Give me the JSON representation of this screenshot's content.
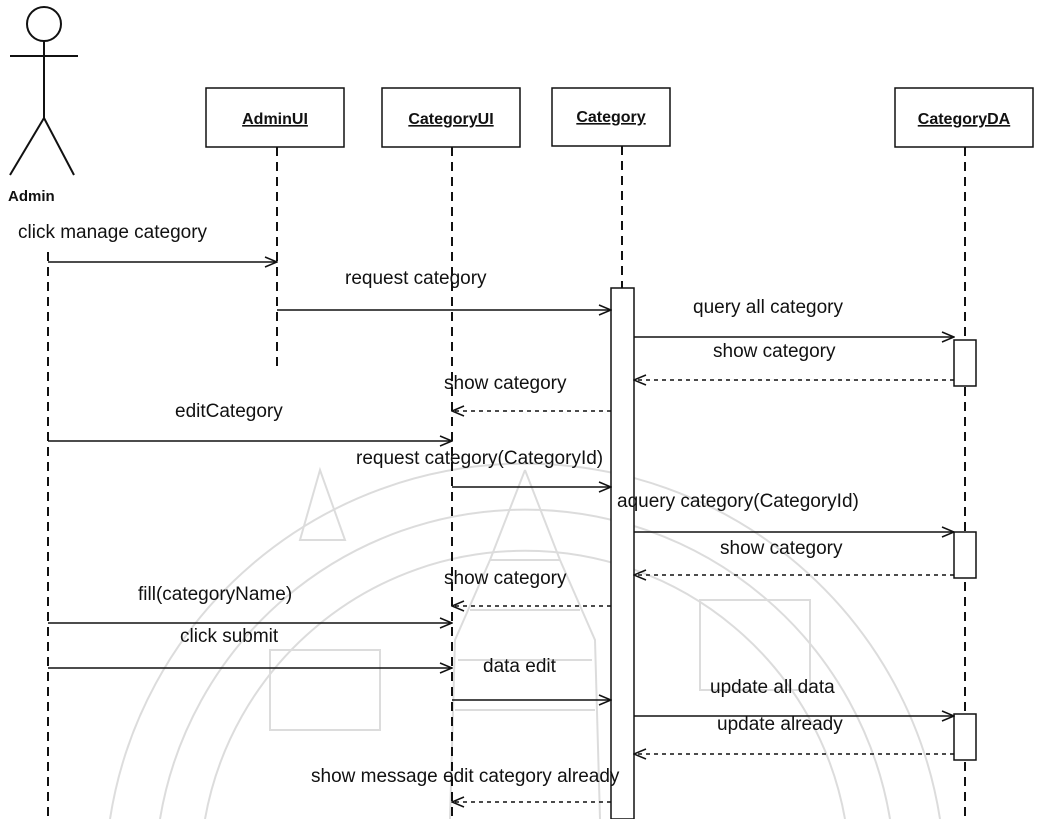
{
  "actor": {
    "name": "Admin"
  },
  "objects": [
    {
      "id": "adminui",
      "label": "AdminUI"
    },
    {
      "id": "categoryui",
      "label": "CategoryUI"
    },
    {
      "id": "category",
      "label": "Category"
    },
    {
      "id": "categoryda",
      "label": "CategoryDA"
    }
  ],
  "messages": [
    {
      "id": "m1",
      "label": "click manage category",
      "from": "admin",
      "to": "adminui",
      "kind": "sync"
    },
    {
      "id": "m2",
      "label": "request category",
      "from": "adminui",
      "to": "category",
      "kind": "sync"
    },
    {
      "id": "m3",
      "label": "query all category",
      "from": "category",
      "to": "categoryda",
      "kind": "sync"
    },
    {
      "id": "m4",
      "label": "show category",
      "from": "categoryda",
      "to": "category",
      "kind": "return"
    },
    {
      "id": "m5",
      "label": "show category",
      "from": "category",
      "to": "categoryui",
      "kind": "return"
    },
    {
      "id": "m6",
      "label": "editCategory",
      "from": "admin",
      "to": "categoryui",
      "kind": "sync"
    },
    {
      "id": "m7",
      "label": "request category(CategoryId)",
      "from": "categoryui",
      "to": "category",
      "kind": "sync"
    },
    {
      "id": "m8",
      "label": "aquery category(CategoryId)",
      "from": "category",
      "to": "categoryda",
      "kind": "sync"
    },
    {
      "id": "m9",
      "label": "show category",
      "from": "categoryda",
      "to": "category",
      "kind": "return"
    },
    {
      "id": "m10",
      "label": "show category",
      "from": "category",
      "to": "categoryui",
      "kind": "return"
    },
    {
      "id": "m11",
      "label": "fill(categoryName)",
      "from": "admin",
      "to": "categoryui",
      "kind": "sync"
    },
    {
      "id": "m12",
      "label": "click submit",
      "from": "admin",
      "to": "categoryui",
      "kind": "sync"
    },
    {
      "id": "m13",
      "label": "data edit",
      "from": "categoryui",
      "to": "category",
      "kind": "sync"
    },
    {
      "id": "m14",
      "label": "update all data",
      "from": "category",
      "to": "categoryda",
      "kind": "sync"
    },
    {
      "id": "m15",
      "label": "update already",
      "from": "categoryda",
      "to": "category",
      "kind": "return"
    },
    {
      "id": "m16",
      "label": "show message edit category already",
      "from": "category",
      "to": "categoryui",
      "kind": "return"
    }
  ],
  "colors": {
    "ink": "#111111",
    "paper": "#ffffff",
    "watermark": "#cfcfcf"
  },
  "watermark": {
    "kind": "institutional seal"
  }
}
